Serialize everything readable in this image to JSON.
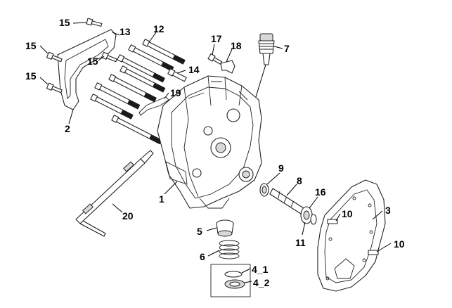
{
  "diagram": {
    "callouts": [
      {
        "id": "c15a",
        "text": "15"
      },
      {
        "id": "c13",
        "text": "13"
      },
      {
        "id": "c12",
        "text": "12"
      },
      {
        "id": "c17",
        "text": "17"
      },
      {
        "id": "c18",
        "text": "18"
      },
      {
        "id": "c7",
        "text": "7"
      },
      {
        "id": "c15b",
        "text": "15"
      },
      {
        "id": "c15c",
        "text": "15"
      },
      {
        "id": "c14",
        "text": "14"
      },
      {
        "id": "c15d",
        "text": "15"
      },
      {
        "id": "c19",
        "text": "19"
      },
      {
        "id": "c2",
        "text": "2"
      },
      {
        "id": "c9",
        "text": "9"
      },
      {
        "id": "c8",
        "text": "8"
      },
      {
        "id": "c1",
        "text": "1"
      },
      {
        "id": "c16",
        "text": "16"
      },
      {
        "id": "c3",
        "text": "3"
      },
      {
        "id": "c10a",
        "text": "10"
      },
      {
        "id": "c20",
        "text": "20"
      },
      {
        "id": "c5",
        "text": "5"
      },
      {
        "id": "c11",
        "text": "11"
      },
      {
        "id": "c10b",
        "text": "10"
      },
      {
        "id": "c6",
        "text": "6"
      },
      {
        "id": "c4_1",
        "text": "4_1"
      },
      {
        "id": "c4_2",
        "text": "4_2"
      }
    ],
    "colors": {
      "line": "#000000",
      "fill": "#ffffff",
      "shade": "#d8d8d8"
    }
  }
}
